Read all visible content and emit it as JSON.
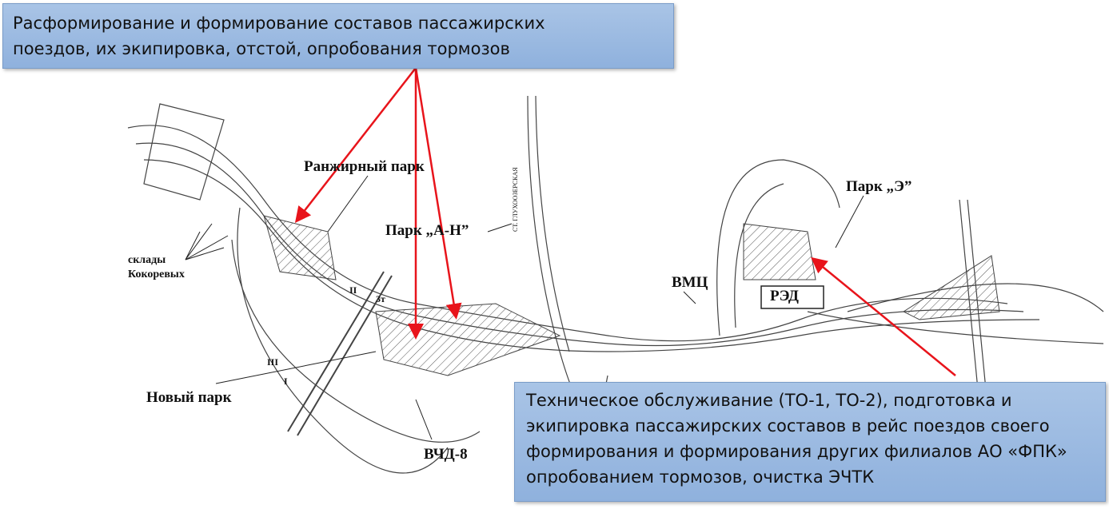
{
  "callouts": {
    "top": [
      "Расформирование и формирование составов пассажирских",
      "поездов, их экипировка, отстой, опробования тормозов"
    ],
    "bottom": [
      "Техническое обслуживание (ТО-1, ТО-2), подготовка и",
      "экипировка пассажирских составов в рейс поездов своего",
      "формирования и формирования других филиалов АО «ФПК»",
      "опробованием тормозов, очистка ЭЧТК"
    ]
  },
  "labels": {
    "ranzhirny": "Ранжирный парк",
    "park_an": "Парк „А-Н”",
    "park_e": "Парк „Э”",
    "sklady": "склады",
    "kokorevykh": "Кокоревых",
    "noviy": "Новый парк",
    "vchd": "ВЧД-8",
    "vmc": "ВМЦ",
    "red": "РЭД",
    "ii": "II",
    "iii": "III",
    "i": "I",
    "3t": "3т",
    "station": "СТ. ГЛУХООЗЕРСКАЯ"
  },
  "colors": {
    "arrow": "#e8141b",
    "callout": "#9dbbe2"
  }
}
